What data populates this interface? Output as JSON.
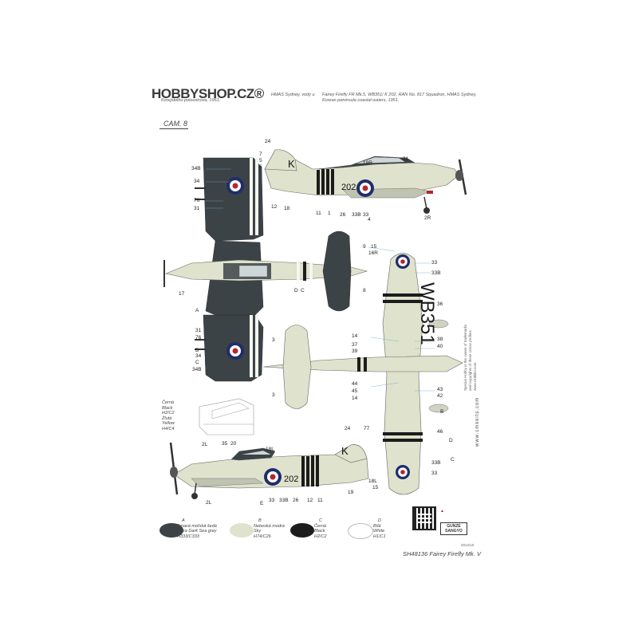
{
  "header": {
    "logo": "HOBBYSHOP.CZ®",
    "left_caption_line1": "HMAS Sydney, vody u",
    "left_caption_line2": "Korejského poloostrova, 1951.",
    "right_caption_line1": "Fairey Firefly FR Mk.5, WB351/ K 202, RAN No. 817 Squadron, HMAS Sydney,",
    "right_caption_line2": "Korean peninsula coastal waters, 1951.",
    "camo_label": "CAM. 8"
  },
  "callouts": {
    "n24a": "24",
    "n7": "7",
    "n5": "5",
    "n6": "6",
    "n19r": "19R",
    "n21": "21",
    "n34b": "34B",
    "n34": "34",
    "n76a": "76",
    "n31a": "31",
    "n12": "12",
    "n18": "18",
    "n11": "11",
    "n1": "1",
    "n26": "26",
    "n33b": "33B",
    "n33": "33",
    "n4": "4",
    "n2r": "2R",
    "n9": "9",
    "n15": "15",
    "n16r": "16R",
    "n33r": "33",
    "n33br": "33B",
    "n17": "17",
    "nD": "D",
    "nC": "C",
    "n8": "8",
    "nA": "A",
    "n31b": "31",
    "n76b": "76",
    "nB": "B",
    "n34c": "34",
    "nC2": "C",
    "n34b2": "34B",
    "n36": "36",
    "n3a": "3",
    "n14a": "14",
    "n37": "37",
    "n39": "39",
    "n38": "38",
    "n40": "40",
    "n44": "44",
    "n45": "45",
    "n14b": "14",
    "n43": "43",
    "n42": "42",
    "n3b": "3",
    "nB2": "B",
    "n46": "46",
    "nD2": "D",
    "n2l": "2L",
    "n35": "35",
    "n20": "20",
    "n18l": "18L",
    "n24b": "24",
    "n77": "77",
    "n2l2": "2L",
    "nE": "E",
    "n33c": "33",
    "n33b3": "33B",
    "n26b": "26",
    "n12b": "12",
    "n11b": "11",
    "n19b": "19",
    "n18l2": "18L",
    "n15b": "15",
    "nCr": "C",
    "n33b4": "33B",
    "n33d": "33"
  },
  "side_colors": {
    "cerna": "Černá",
    "black": "Black",
    "h2c2": "H2/C2",
    "zluta": "Žlutá",
    "yellow": "Yellow",
    "h4c4": "H4/C4"
  },
  "markings": {
    "code_letter": "K",
    "serial_short": "202",
    "serial_large": "WB351"
  },
  "swatches": [
    {
      "letter": "A",
      "cz": "Tmavá mořská šedá",
      "en": "Extra Dark Sea grey",
      "code": "H333/C333",
      "color": "#3b4347"
    },
    {
      "letter": "B",
      "cz": "Nebeská modrá",
      "en": "Sky",
      "code": "H74/C26",
      "color": "#dfe2cc"
    },
    {
      "letter": "C",
      "cz": "Černá",
      "en": "Black",
      "code": "H2/C2",
      "color": "#1c1c1c"
    },
    {
      "letter": "D",
      "cz": "Bílá",
      "en": "White",
      "code": "H1/C1",
      "color": "#ffffff"
    }
  ],
  "footer": {
    "kit": "SH48136 Fairey Firefly Mk. V",
    "code": "2012/10",
    "website": "www.cmkkits.com",
    "brand1": "GUNZE SANGYO",
    "vertical_note1": "Special Hobby is the owner of trademarks",
    "vertical_note2": "and copyrights of these colour profiles",
    "vertical_note3": "www.cmkkits.com"
  },
  "colors": {
    "dark_sea_grey": "#3b4347",
    "sky": "#dfe2cc",
    "roundel_blue": "#1f2d6b",
    "roundel_red": "#b5262e",
    "stripe_white": "#f5f5f0",
    "stripe_black": "#1c1c1c"
  }
}
